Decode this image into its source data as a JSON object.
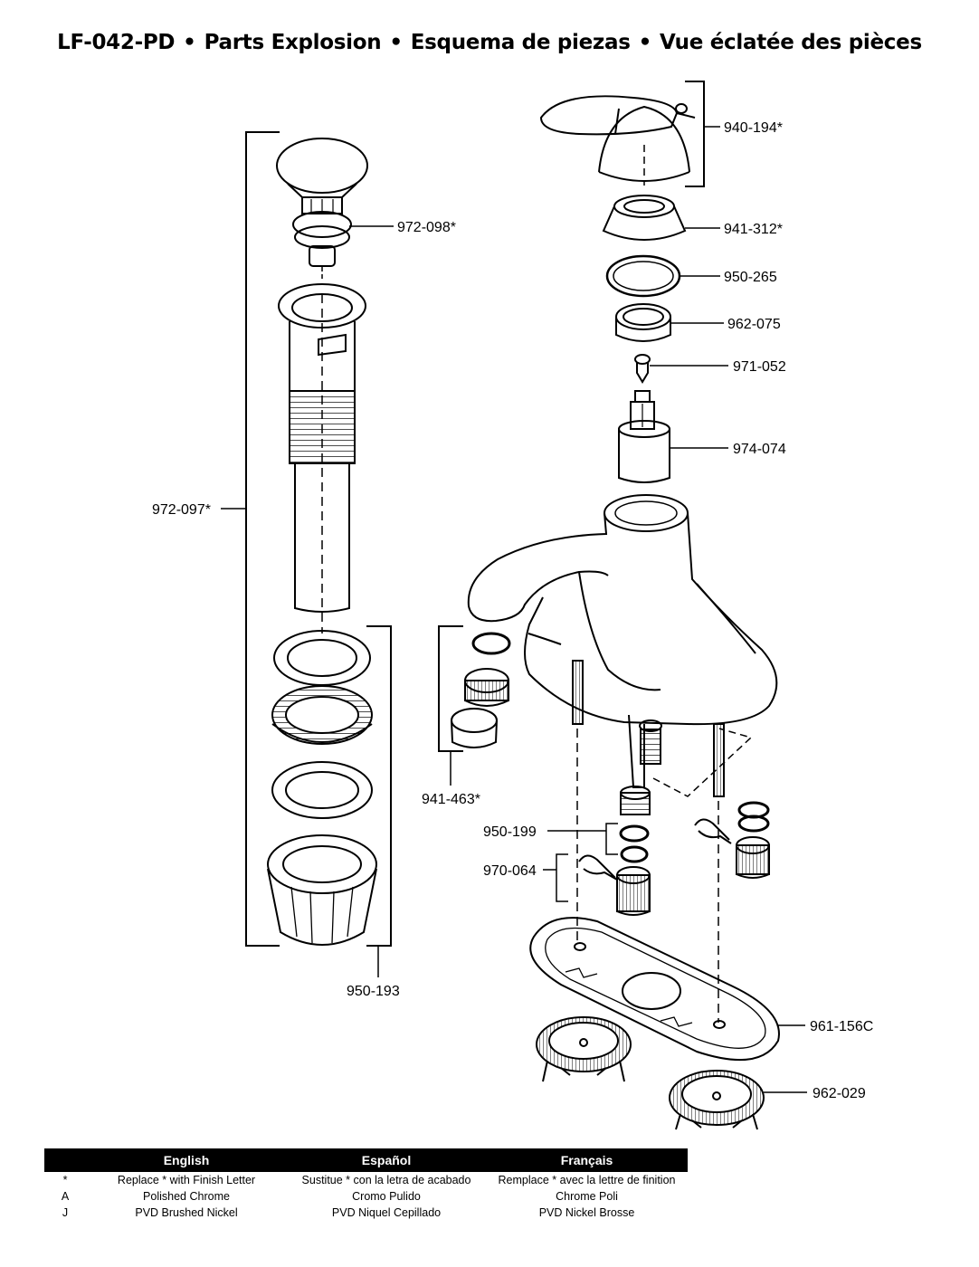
{
  "title": {
    "model": "LF-042-PD",
    "en": "Parts Explosion",
    "es": "Esquema de piezas",
    "fr": "Vue éclatée des pièces",
    "separator": "•"
  },
  "parts": {
    "p940_194": "940-194*",
    "p941_312": "941-312*",
    "p950_265": "950-265",
    "p962_075": "962-075",
    "p971_052": "971-052",
    "p974_074": "974-074",
    "p972_098": "972-098*",
    "p972_097": "972-097*",
    "p941_463": "941-463*",
    "p950_199": "950-199",
    "p970_064": "970-064",
    "p950_193": "950-193",
    "p961_156c": "961-156C",
    "p962_029": "962-029"
  },
  "legend": {
    "headers": [
      "English",
      "Español",
      "Français"
    ],
    "rows": [
      {
        "code": "*",
        "en": "Replace * with Finish Letter",
        "es": "Sustitue * con la letra de acabado",
        "fr": "Remplace * avec la lettre de finition"
      },
      {
        "code": "A",
        "en": "Polished Chrome",
        "es": "Cromo Pulido",
        "fr": "Chrome Poli"
      },
      {
        "code": "J",
        "en": "PVD Brushed Nickel",
        "es": "PVD Niquel Cepillado",
        "fr": "PVD Nickel Brosse"
      }
    ]
  }
}
